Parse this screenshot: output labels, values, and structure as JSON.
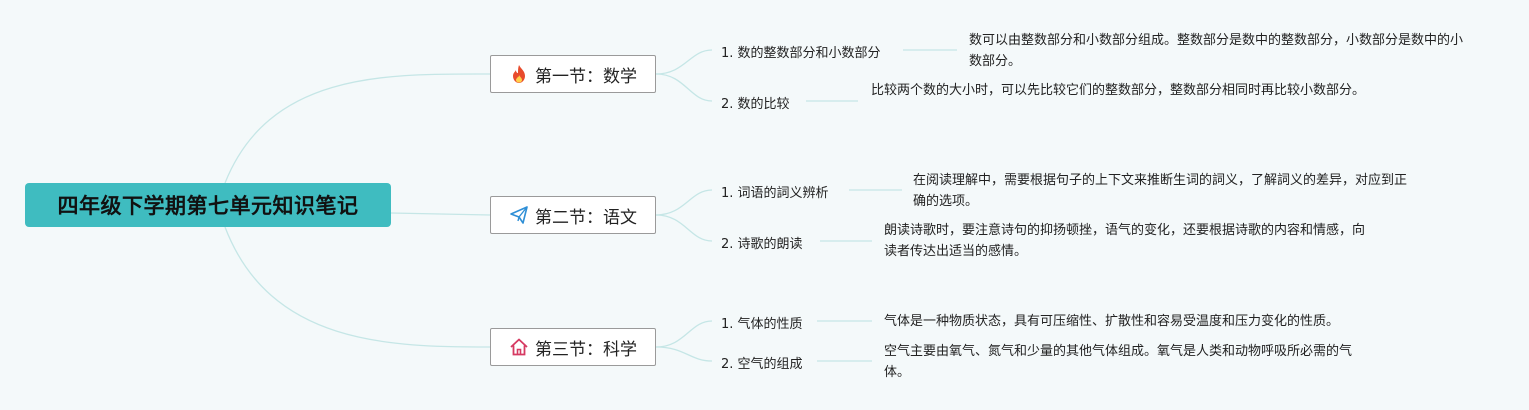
{
  "root": {
    "title": "四年级下学期第七单元知识笔记"
  },
  "sections": [
    {
      "label": "第一节：数学",
      "icon": "fire-icon",
      "topics": [
        {
          "label": "1. 数的整数部分和小数部分",
          "desc": "数可以由整数部分和小数部分组成。整数部分是数中的整数部分，小数部分是数中的小数部分。"
        },
        {
          "label": "2. 数的比较",
          "desc": "比较两个数的大小时，可以先比较它们的整数部分，整数部分相同时再比较小数部分。"
        }
      ]
    },
    {
      "label": "第二节：语文",
      "icon": "paper-plane-icon",
      "topics": [
        {
          "label": "1. 词语的詞义辨析",
          "desc": "在阅读理解中，需要根据句子的上下文来推断生词的詞义，了解詞义的差异，对应到正确的选项。"
        },
        {
          "label": "2. 诗歌的朗读",
          "desc": "朗读诗歌时，要注意诗句的抑扬顿挫，语气的变化，还要根据诗歌的内容和情感，向读者传达出适当的感情。"
        }
      ]
    },
    {
      "label": "第三节：科学",
      "icon": "home-icon",
      "topics": [
        {
          "label": "1. 气体的性质",
          "desc": "气体是一种物质状态，具有可压缩性、扩散性和容易受温度和压力变化的性质。"
        },
        {
          "label": "2. 空气的组成",
          "desc": "空气主要由氧气、氮气和少量的其他气体组成。氧气是人类和动物呼吸所必需的气体。"
        }
      ]
    }
  ],
  "colors": {
    "root_bg": "#3fbcc0",
    "connector": "#c5e6e6",
    "background": "#f4f9fa"
  }
}
